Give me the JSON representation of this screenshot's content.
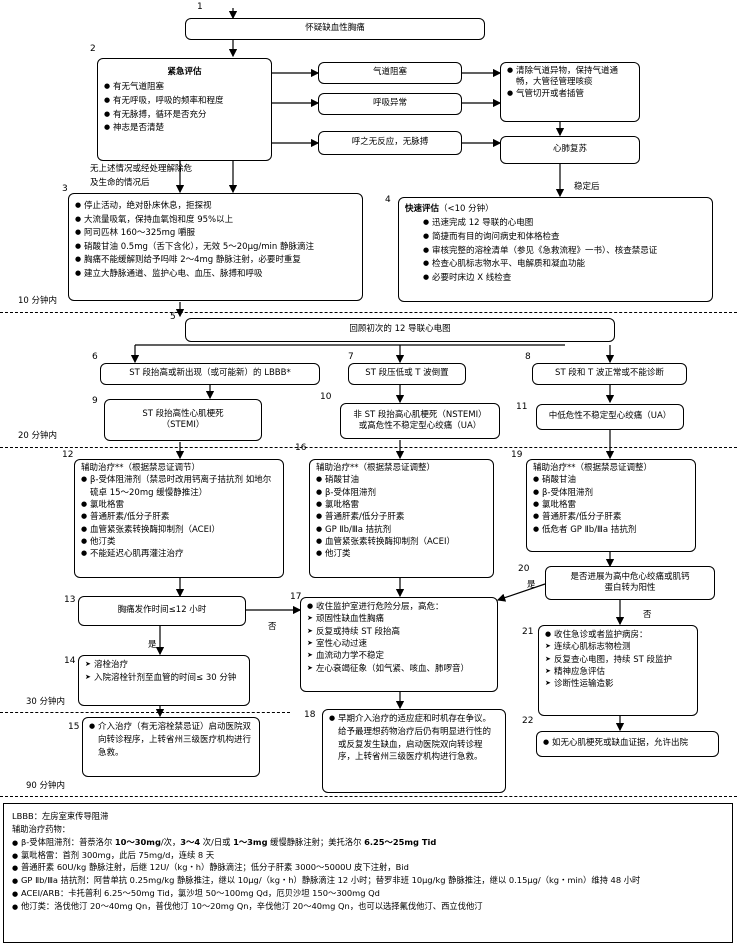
{
  "nums": [
    "1",
    "2",
    "3",
    "4",
    "5",
    "6",
    "7",
    "8",
    "9",
    "10",
    "11",
    "12",
    "13",
    "14",
    "15",
    "16",
    "17",
    "18",
    "19",
    "20",
    "21",
    "22"
  ],
  "times": [
    "10 分钟内",
    "20 分钟内",
    "30 分钟内",
    "90 分钟内"
  ],
  "b1": "怀疑缺血性胸痛",
  "b2": {
    "title": "紧急评估",
    "items": [
      "有无气道阻塞",
      "有无呼吸，呼吸的频率和程度",
      "有无脉搏，循环是否充分",
      "神志是否清楚"
    ]
  },
  "b_airway": "气道阻塞",
  "b_breath": "呼吸异常",
  "b_nopulse": "呼之无反应，无脉搏",
  "b_clear": {
    "items": [
      "清除气道异物，保持气道通畅，大管径管理咳痰",
      "气管切开或者插管"
    ]
  },
  "b_cpr": "心肺复苏",
  "lbl_none": [
    "无上述情况或经处理解除危",
    "及生命的情况后"
  ],
  "lbl_stable": "稳定后",
  "b3": {
    "items": [
      "停止活动，绝对卧床休息，拒探视",
      "大流量吸氧，保持血氧饱和度 95%以上",
      "阿司匹林 160～325mg 嚼服",
      "硝酸甘油 0.5mg（舌下含化），无效 5～20μg/min 静脉滴注",
      "胸痛不能缓解则给予吗啡 2～4mg 静脉注射，必要时重复",
      "建立大静脉通道、监护心电、血压、脉搏和呼吸"
    ]
  },
  "b4": {
    "title": "快速评估",
    "title_note": "（<10 分钟）",
    "items": [
      "迅速完成 12 导联的心电图",
      "简捷而有目的询问病史和体格检查",
      "审核完整的溶栓清单（参见《急救流程》一书）、核查禁忌证",
      "检查心肌标志物水平、电解质和凝血功能",
      "必要时床边 X 线检查"
    ]
  },
  "b5": "回顾初次的 12 导联心电图",
  "b6": "ST 段抬高或新出现（或可能新）的 LBBB*",
  "b7": "ST 段压低或 T 波倒置",
  "b8": "ST 段和 T 波正常或不能诊断",
  "b9": [
    "ST 段抬高性心肌梗死",
    "（STEMI）"
  ],
  "b10": [
    "非 ST 段抬高心肌梗死（NSTEMI）",
    "或高危性不稳定型心绞痛（UA）"
  ],
  "b11": "中低危性不稳定型心绞痛（UA）",
  "b12": {
    "title": "辅助治疗**（根据禁忌证调节）",
    "items": [
      "β-受体阻滞剂（禁忌时改用钙离子拮抗剂 如地尔硫卓 15～20mg 缓慢静推注）",
      "氯吡格雷",
      "普通肝素/低分子肝素",
      "血管紧张素转换酶抑制剂（ACEI）",
      "他汀类",
      "不能延迟心肌再灌注治疗"
    ]
  },
  "b16": {
    "title": "辅助治疗**（根据禁忌证调整）",
    "items": [
      "硝酸甘油",
      "β-受体阻滞剂",
      "氯吡格雷",
      "普通肝素/低分子肝素",
      "GP Ⅱb/Ⅲa 拮抗剂",
      "血管紧张素转换酶抑制剂（ACEI）",
      "他汀类"
    ]
  },
  "b19": {
    "title": "辅助治疗**（根据禁忌证调整）",
    "items": [
      "硝酸甘油",
      "β-受体阻滞剂",
      "氯吡格雷",
      "普通肝素/低分子肝素",
      "低危者 GP Ⅱb/Ⅲa 拮抗剂"
    ]
  },
  "b13": "胸痛发作时间≤12 小时",
  "lbl_yes13": "是",
  "lbl_no13": "否",
  "b14": {
    "items": [
      "溶栓治疗",
      "入院溶栓针剂至血管的时间≤ 30 分钟"
    ]
  },
  "b15": {
    "items": [
      "介入治疗（有无溶栓禁忌证）启动医院双向转诊程序，上转省州三级医疗机构进行急救。"
    ]
  },
  "b17": {
    "intro": "收住监护室进行危险分层，高危：",
    "items": [
      "顽固性缺血性胸痛",
      "反复或持续 ST 段抬高",
      "室性心动过速",
      "血流动力学不稳定",
      "左心衰竭征象（如气紧、咳血、肺啰音）"
    ]
  },
  "b18": {
    "items": [
      "早期介入治疗的适应症和时机存在争议。给予最理想药物治疗后仍有明显进行性的或反复发生缺血，启动医院双向转诊程序，上转省州三级医疗机构进行急救。"
    ]
  },
  "b20": [
    "是否进展为高中危心绞痛或肌钙",
    "蛋白转为阳性"
  ],
  "lbl_yes20": "是",
  "lbl_no20": "否",
  "b21": {
    "intro": "收住急诊或者监护病房：",
    "items": [
      "连续心肌标志物检测",
      "反复查心电图，持续 ST 段监护",
      "精神应急评估",
      "诊断性运输造影"
    ]
  },
  "b22": "如无心肌梗死或缺血证据，允许出院",
  "notes": {
    "l1": "LBBB：左房室束传导阻滞",
    "l2": "辅助治疗药物：",
    "l3a": "β-受体阻滞剂：普萘洛尔 ",
    "l3b": "10～30mg",
    "l3c": "/次，",
    "l3d": "3～4",
    "l3e": " 次/日或 ",
    "l3f": "1～3mg",
    "l3g": " 缓慢静脉注射；美托洛尔 ",
    "l3h": "6.25～25mg Tid",
    "l4": "氯吡格雷：首剂 300mg，此后 75mg/d，连续 8 天",
    "l5": "普通肝素 60U/kg 静脉注射，后继 12U/（kg・h）静脉滴注；低分子肝素 3000～5000U 皮下注射，Bid",
    "l6": "GP Ⅱb/Ⅲa 拮抗剂：阿昔单抗 0.25mg/kg 静脉推注，继以 10μg/（kg・h）静脉滴注 12 小时；替罗非班 10μg/kg 静脉推注，继以 0.15μg/（kg・min）维持 48 小时",
    "l7": "ACEI/ARB：卡托普利 6.25～50mg Tid，氯沙坦 50～100mg Qd，厄贝沙坦 150～300mg Qd",
    "l8": "他汀类：洛伐他汀 20～40mg Qn，普伐他汀 10～20mg Qn，辛伐他汀 20～40mg Qn，也可以选择氟伐他汀、西立伐他汀"
  }
}
